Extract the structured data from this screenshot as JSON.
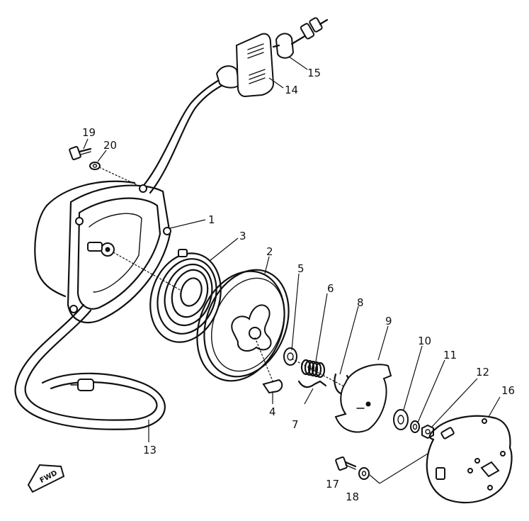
{
  "parts": [
    {
      "id": "1",
      "label": "1"
    },
    {
      "id": "2",
      "label": "2"
    },
    {
      "id": "3",
      "label": "3"
    },
    {
      "id": "4",
      "label": "4"
    },
    {
      "id": "5",
      "label": "5"
    },
    {
      "id": "6",
      "label": "6"
    },
    {
      "id": "7",
      "label": "7"
    },
    {
      "id": "8",
      "label": "8"
    },
    {
      "id": "9",
      "label": "9"
    },
    {
      "id": "10",
      "label": "10"
    },
    {
      "id": "11",
      "label": "11"
    },
    {
      "id": "12",
      "label": "12"
    },
    {
      "id": "13",
      "label": "13"
    },
    {
      "id": "14",
      "label": "14"
    },
    {
      "id": "15",
      "label": "15"
    },
    {
      "id": "16",
      "label": "16"
    },
    {
      "id": "17",
      "label": "17"
    },
    {
      "id": "18",
      "label": "18"
    },
    {
      "id": "19",
      "label": "19"
    },
    {
      "id": "20",
      "label": "20"
    }
  ],
  "direction_badge": {
    "text": "FWD"
  }
}
